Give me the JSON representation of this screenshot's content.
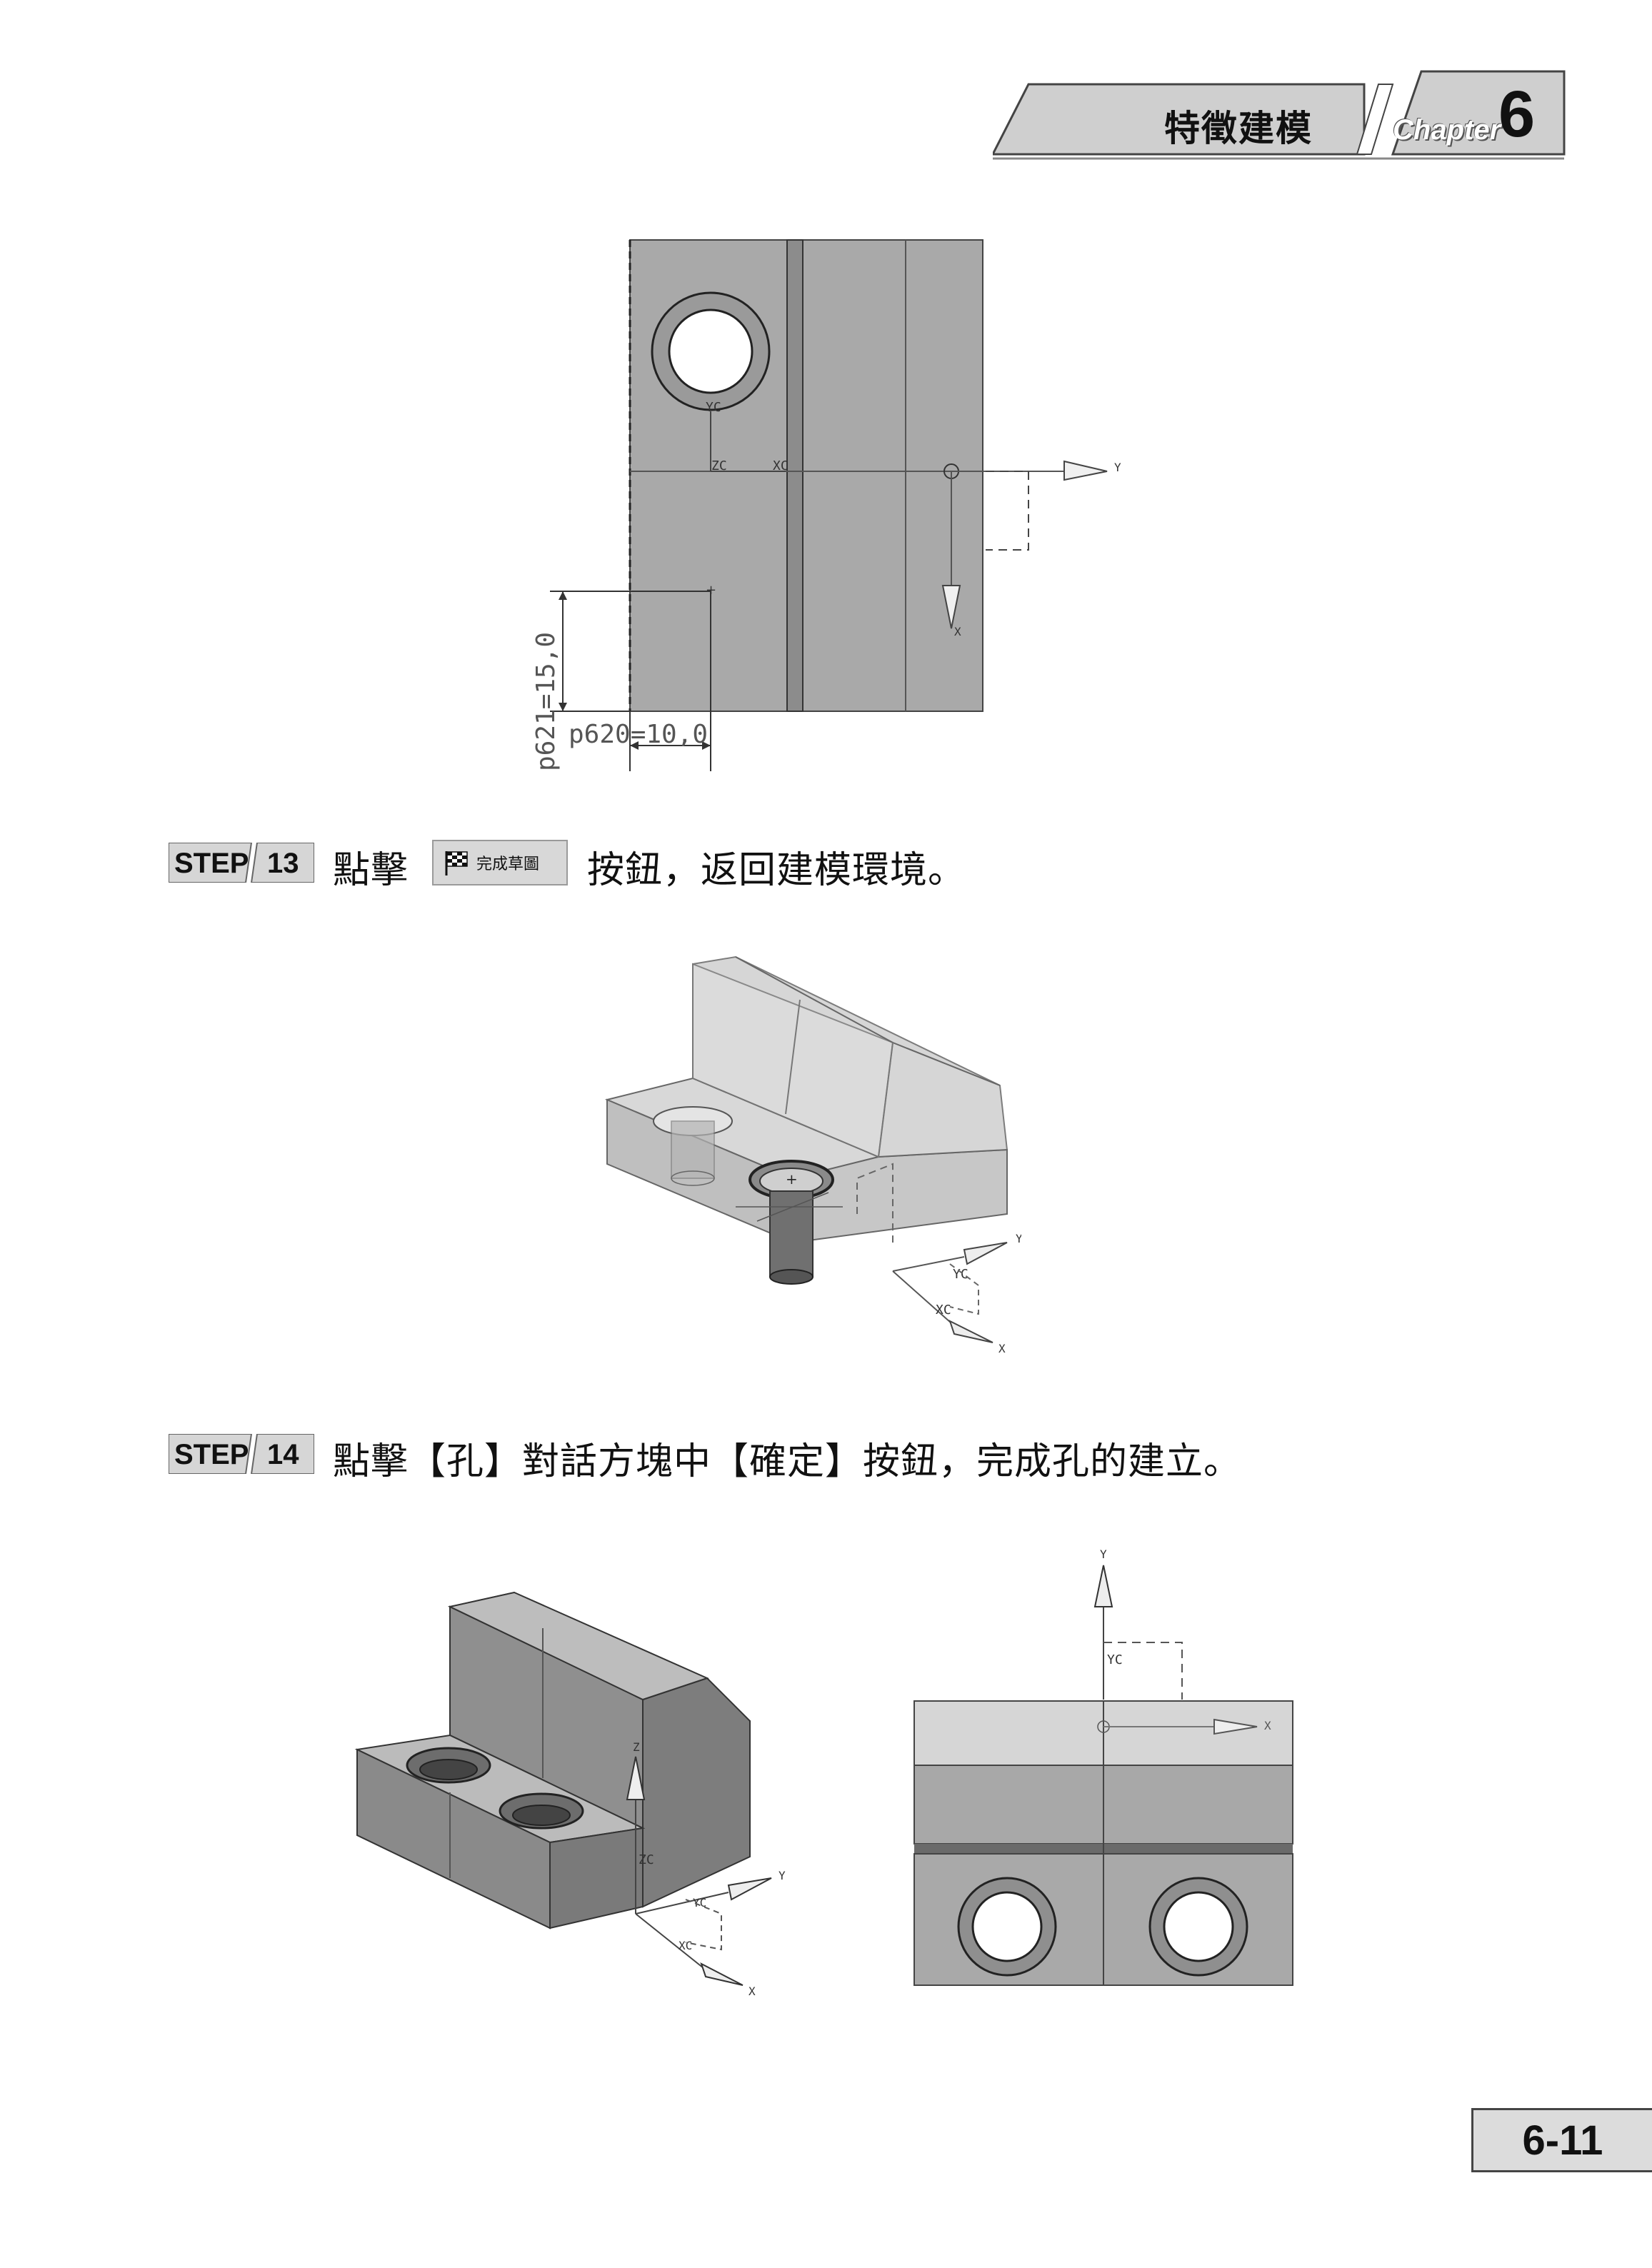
{
  "header": {
    "title": "特徵建模",
    "chapter_label": "Chapter",
    "chapter_number": "6"
  },
  "figure1": {
    "label_yc": "YC",
    "label_zc": "ZC",
    "label_xc": "XC",
    "label_y": "Y",
    "label_x": "X",
    "dim_vertical": "p621=15,0",
    "dim_horizontal": "p620=10,0"
  },
  "step13": {
    "badge_step": "STEP",
    "badge_number": "13",
    "text_before": "點擊",
    "button_label": "完成草圖",
    "text_after": "按鈕，返回建模環境。"
  },
  "figure2": {
    "label_yc": "YC",
    "label_xc": "XC",
    "label_y": "Y",
    "label_x": "X"
  },
  "step14": {
    "badge_step": "STEP",
    "badge_number": "14",
    "text": "點擊【孔】對話方塊中【確定】按鈕，完成孔的建立。"
  },
  "figure3": {
    "label_z": "Z",
    "label_zc": "ZC",
    "label_y": "Y",
    "label_x": "X",
    "label_yc": "YC",
    "label_xc": "XC"
  },
  "figure4": {
    "label_y": "Y",
    "label_yc": "YC",
    "label_x": "X"
  },
  "page_number": "6-11"
}
